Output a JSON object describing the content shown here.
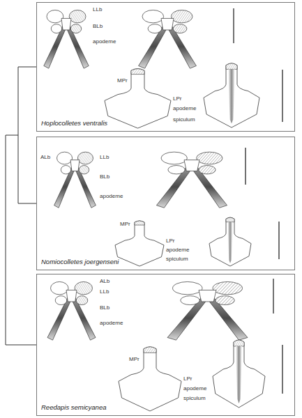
{
  "diagram": {
    "nodes": [
      {
        "text": [
          "Hoplocolletes ventralis"
        ]
      },
      {
        "text": [
          "Nomiocolletes joergenseni"
        ]
      },
      {
        "text": [
          "Reedapis semicyanea"
        ]
      }
    ],
    "edges": [
      {
        "from": 0,
        "to": 1,
        "arrow": "none"
      }
    ],
    "labels": [
      "LLb",
      "BLb",
      "apodeme",
      "MPr",
      "LPr",
      "apodeme",
      "spiculum",
      "ALb",
      "LLb",
      "BLb",
      "apodeme",
      "MPr",
      "LPr",
      "apodeme",
      "spiculum",
      "ALb",
      "LLb",
      "BLb",
      "apodeme",
      "MPr",
      "LPr",
      "apodeme",
      "spiculum"
    ]
  }
}
